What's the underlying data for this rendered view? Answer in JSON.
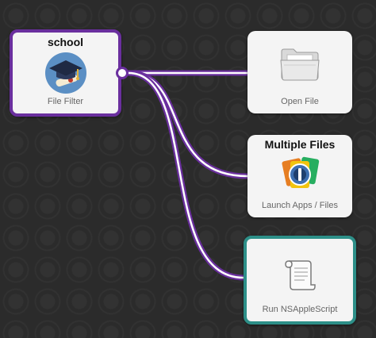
{
  "nodes": {
    "school": {
      "title": "school",
      "label": "File Filter",
      "icon": "graduation-cap-icon"
    },
    "open_file": {
      "title": "",
      "label": "Open File",
      "icon": "folder-icon"
    },
    "multiple_files": {
      "title": "Multiple Files",
      "label": "Launch Apps / Files",
      "icon": "apps-stack-icon"
    },
    "run_script": {
      "title": "",
      "label": "Run NSAppleScript",
      "icon": "script-scroll-icon"
    }
  },
  "colors": {
    "wire": "#6a2f9e",
    "selected_border": "#2d8f88",
    "background": "#2b2b2b"
  }
}
